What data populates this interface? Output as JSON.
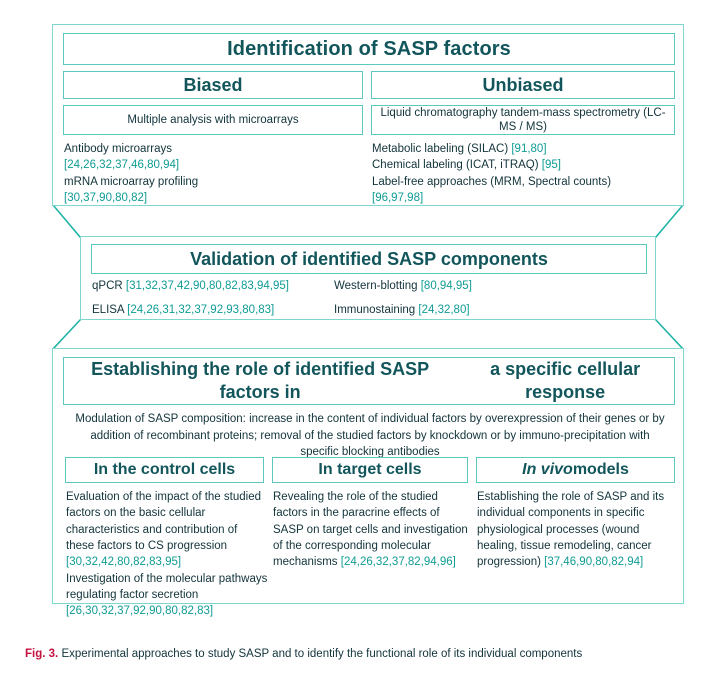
{
  "figure": {
    "label": "Fig. 3.",
    "caption": "Experimental approaches to study SASP and to identify the functional role of its individual components"
  },
  "colors": {
    "border": "#7fd6cd",
    "inner_border": "#5cc9bf",
    "heading_text": "#12565c",
    "body_text": "#12343b",
    "reference": "#0f9c94",
    "figure_label": "#c3123f"
  },
  "section1": {
    "title": "Identification of SASP factors",
    "branches": [
      {
        "header": "Biased",
        "method": "Multiple analysis with microarrays",
        "items": [
          {
            "text": "Antibody microarrays",
            "refs": "[24,26,32,37,46,80,94]"
          },
          {
            "text": "mRNA microarray profiling",
            "refs": "[30,37,90,80,82]"
          }
        ]
      },
      {
        "header": "Unbiased",
        "method": "Liquid chromatography tandem-mass spectrometry (LC-MS / MS)",
        "items": [
          {
            "text": "Metabolic labeling (SILAC)",
            "refs": "[91,80]"
          },
          {
            "text": "Chemical labeling (ICAT, iTRAQ)",
            "refs": "[95]"
          },
          {
            "text": "Label-free approaches (MRM, Spectral counts)",
            "refs": "[96,97,98]"
          }
        ]
      }
    ]
  },
  "section2": {
    "title": "Validation of identified SASP components",
    "column1": [
      {
        "text": "qPCR",
        "refs": "[31,32,37,42,90,80,82,83,94,95]"
      },
      {
        "text": "ELISA",
        "refs": "[24,26,31,32,37,92,93,80,83]"
      }
    ],
    "column2": [
      {
        "text": "Western-blotting",
        "refs": "[80,94,95]"
      },
      {
        "text": "Immunostaining",
        "refs": "[24,32,80]"
      }
    ]
  },
  "section3": {
    "title_line1": "Establishing the role of identified SASP factors in",
    "title_line2": "a specific cellular response",
    "modulation": "Modulation of SASP composition: increase in the content of individual factors by overexpression of their genes or by addition of recombinant proteins; removal of the studied factors by knockdown or by immuno-precipitation with specific blocking antibodies",
    "columns": [
      {
        "header": "In the control cells",
        "header_italic_part": "",
        "items": [
          {
            "text": "Evaluation of the impact of the studied factors on the basic cellular characteristics and contribution of these factors to CS progression",
            "refs": "[30,32,42,80,82,83,95]"
          },
          {
            "text": "Investigation of the molecular pathways regulating factor secretion",
            "refs": "[26,30,32,37,92,90,80,82,83]"
          }
        ]
      },
      {
        "header": "In target cells",
        "header_italic_part": "",
        "items": [
          {
            "text": "Revealing the role of the studied factors in the paracrine effects of SASP on target cells and investigation of the corresponding molecular mechanisms",
            "refs": "[24,26,32,37,82,94,96]"
          }
        ]
      },
      {
        "header": " models",
        "header_italic_part": "In vivo",
        "items": [
          {
            "text": "Establishing the role of SASP and its individual components in specific physiological processes (wound healing, tissue remodeling, cancer progression)",
            "refs": "[37,46,90,80,82,94]"
          }
        ]
      }
    ]
  }
}
